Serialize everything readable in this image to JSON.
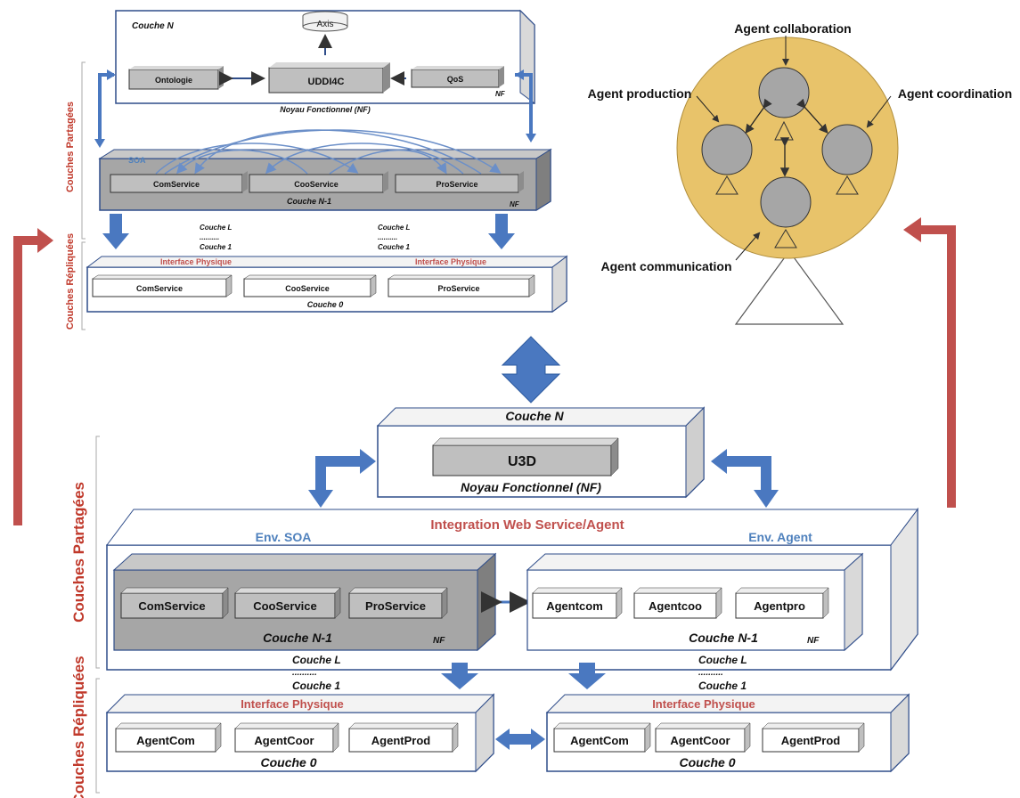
{
  "top_diagram": {
    "layer_n_label": "Couche N",
    "axis_label": "Axis",
    "ontologie_label": "Ontologie",
    "uddi4c_label": "UDDI4C",
    "qos_label": "QoS",
    "nf_small": "NF",
    "nf_full_label": "Noyau Fonctionnel (NF)",
    "soa_label": "SOA",
    "comservice_label": "ComService",
    "cooservice_label": "CooService",
    "proservice_label": "ProService",
    "layer_n1_label": "Couche N-1",
    "couche_l": "Couche L",
    "dots": "..........",
    "couche_1": "Couche 1",
    "interface_physique": "Interface Physique",
    "layer_0_label": "Couche 0",
    "side_shared": "Couches Partagées",
    "side_replicated": "Couches Répliquées"
  },
  "agent_cluster": {
    "collaboration": "Agent collaboration",
    "production": "Agent production",
    "coordination": "Agent coordination",
    "communication": "Agent communication"
  },
  "bottom_diagram": {
    "layer_n_label": "Couche N",
    "u3d_label": "U3D",
    "nf_full_label": "Noyau Fonctionnel (NF)",
    "integration_label": "Integration Web Service/Agent",
    "env_soa": "Env. SOA",
    "env_agent": "Env. Agent",
    "comservice_label": "ComService",
    "cooservice_label": "CooService",
    "proservice_label": "ProService",
    "agentcom_label": "Agentcom",
    "agentcoo_label": "Agentcoo",
    "agentpro_label": "Agentpro",
    "layer_n1_label": "Couche N-1",
    "nf_small": "NF",
    "couche_l": "Couche L",
    "dots": "..........",
    "couche_1": "Couche 1",
    "interface_physique": "Interface Physique",
    "agentcom_cap": "AgentCom",
    "agentcoor": "AgentCoor",
    "agentprod": "AgentProd",
    "layer_0_label": "Couche 0",
    "side_shared": "Couches Partagées",
    "side_replicated": "Couches Répliquées"
  },
  "colors": {
    "box_blue_border": "#2f4d8a",
    "gray_fill": "#bfbfbf",
    "dark_gray_fill": "#9b9b9b",
    "arrow_blue": "#4a78c0",
    "red_arrow": "#c0504d",
    "agent_circle": "#e8c36a"
  }
}
